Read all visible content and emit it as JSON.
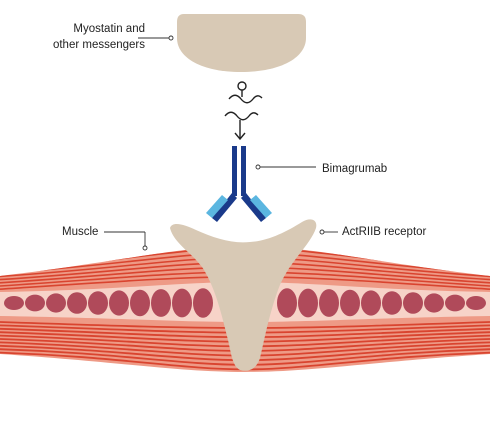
{
  "labels": {
    "myostatin_line1": "Myostatin and",
    "myostatin_line2": "other messengers",
    "bimagrumab": "Bimagrumab",
    "muscle": "Muscle",
    "receptor": "ActRIIB receptor"
  },
  "colors": {
    "myostatin_blob": "#d8c9b5",
    "receptor": "#d8c9b5",
    "antibody_heavy": "#1a3a8a",
    "antibody_light": "#5bb6e0",
    "muscle_light": "#ee9a86",
    "muscle_dark": "#d9442f",
    "muscle_core": "#f7d3c8",
    "cell": "#b04a5a",
    "leader_line": "#333333"
  },
  "icons": [
    "signal-wave-icon",
    "arrow-down-icon"
  ]
}
